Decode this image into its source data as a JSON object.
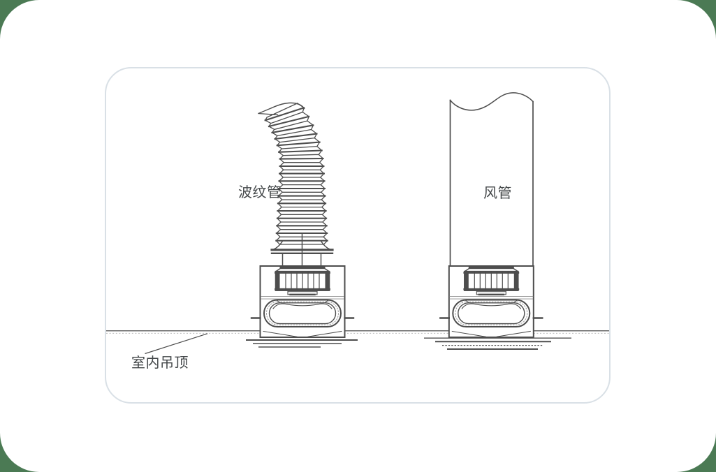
{
  "scene": {
    "outer_background_color": "#4b7a54",
    "card_color": "#ffffff",
    "panel_border_color": "#d9e0e6"
  },
  "diagram": {
    "line_color": "#4d4d4d",
    "text_color": "#44484a",
    "labels": {
      "corrugated_pipe": "波纹管",
      "air_duct": "风管",
      "indoor_ceiling": "室内吊顶"
    }
  }
}
